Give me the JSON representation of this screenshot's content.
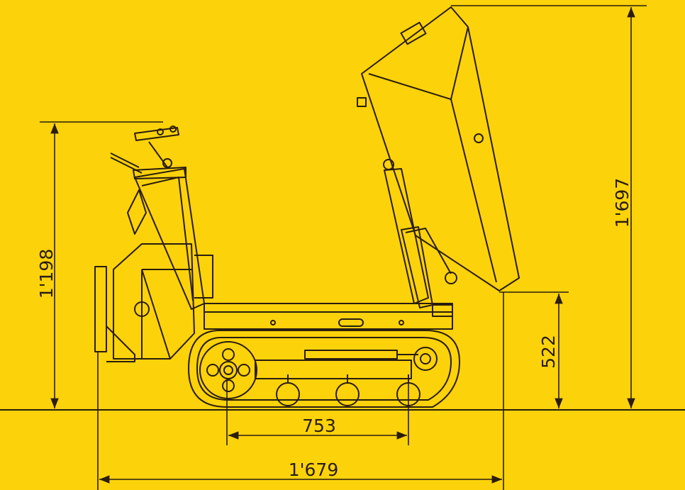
{
  "colors": {
    "background": "#fcd20a",
    "line": "#2a1d10"
  },
  "dimensions": {
    "total_height": "1'697",
    "handle_height": "1'198",
    "dump_height": "522",
    "wheelbase": "753",
    "overall_length": "1'679"
  }
}
